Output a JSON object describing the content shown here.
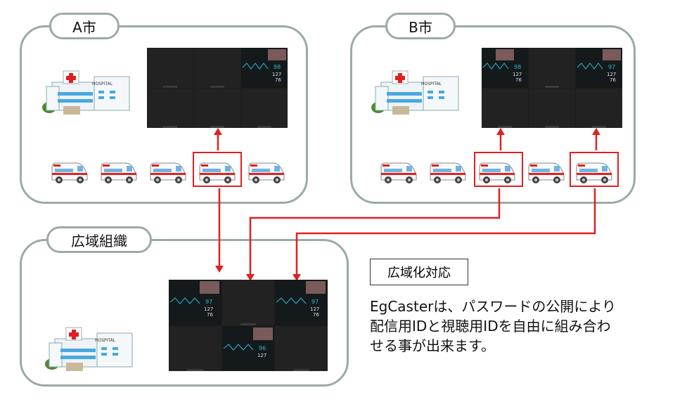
{
  "regions": {
    "city_a": {
      "label": "A市"
    },
    "city_b": {
      "label": "B市"
    },
    "wide_area": {
      "label": "広域組織"
    }
  },
  "hospital_sign": "HOSPITAL",
  "callout": {
    "title": "広域化対応"
  },
  "description": {
    "line1": "EgCasterは、パスワードの公開により",
    "line2": "配信用IDと視聴用IDを自由に組み合わ",
    "line3": "せる事が出来ます。"
  },
  "vitals": {
    "hr": "98",
    "bp_sys": "127",
    "bp_dia": "76",
    "spo2": "97",
    "hr_alt": "96"
  },
  "colors": {
    "region_border": "#9aaaa8",
    "arrow": "#e02020",
    "monitor_bg": "#1c1c1c",
    "wave": "#2fb6c8"
  }
}
